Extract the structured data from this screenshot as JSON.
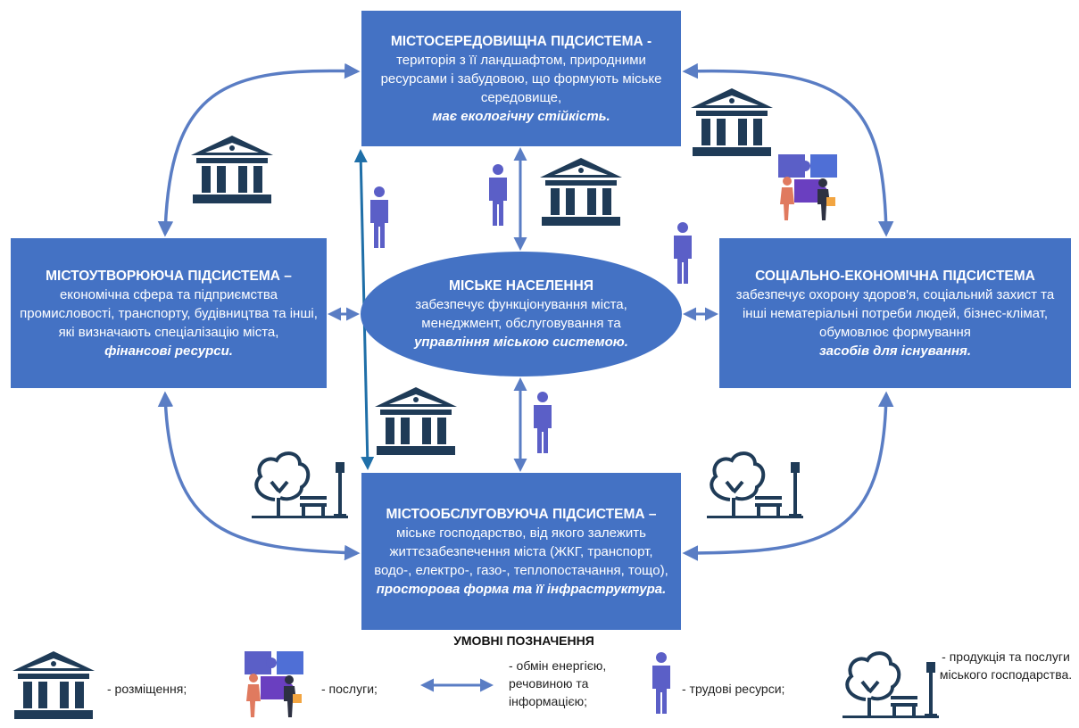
{
  "top": {
    "title": "МІСТОСЕРЕДОВИЩНА ПІДСИСТЕМА -",
    "text": "територія з її ландшафтом, природними ресурсами і забудовою, що формують міське середовище,",
    "emphasis": "має екологічну стійкість."
  },
  "left": {
    "title": "МІСТОУТВОРЮЮЧА ПІДСИСТЕМА –",
    "text": "економічна сфера та підприємства промисловості, транспорту, будівництва та інші, які визначають спеціалізацію міста,",
    "emphasis": "фінансові ресурси."
  },
  "right": {
    "title": "СОЦІАЛЬНО-ЕКОНОМІЧНА ПІДСИСТЕМА",
    "text": "забезпечує охорону здоров'я, соціальний захист та інші нематеріальні потреби людей, бізнес-клімат, обумовлює формування",
    "emphasis": "засобів для існування."
  },
  "bottom": {
    "title": "МІСТООБСЛУГОВУЮЧА ПІДСИСТЕМА –",
    "text": "міське господарство, від якого залежить життєзабезпечення міста (ЖКГ, транспорт, водо-, електро-, газо-, теплопостачання, тощо),",
    "emphasis": "просторова форма та її інфраструктура."
  },
  "center": {
    "title": "МІСЬКЕ НАСЕЛЕННЯ",
    "text": "забезпечує функціонування міста, менеджмент, обслуговування та",
    "emphasis": "управління міською системою."
  },
  "legend": {
    "title": "УМОВНІ ПОЗНАЧЕННЯ",
    "placement": "- розміщення;",
    "services": "- послуги;",
    "exchange": "- обмін енергією, речовиною та інформацією;",
    "labor": "- трудові ресурси;",
    "products": "- продукція та послуги міського господарства."
  },
  "colors": {
    "box": "#4472c4",
    "arrow": "#5a7dc4",
    "icon_dark": "#1f3b57",
    "person": "#5b5fc7",
    "teal_arrow": "#1f6fa8"
  },
  "icons": [
    "building-icon",
    "puzzle-people-icon",
    "person-icon",
    "park-icon",
    "double-arrow-icon"
  ]
}
